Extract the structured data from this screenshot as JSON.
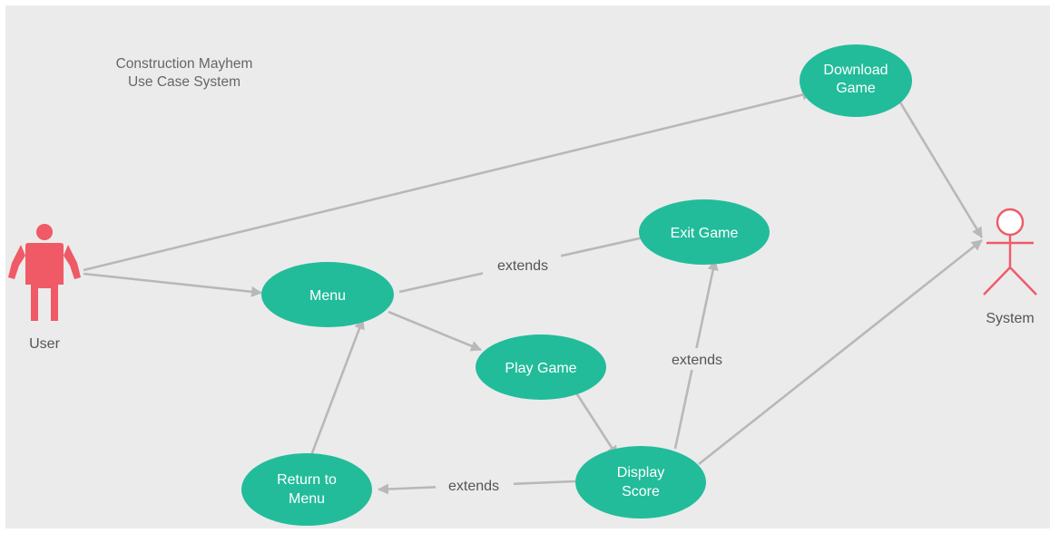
{
  "title": {
    "line1": "Construction Mayhem",
    "line2": "Use Case System"
  },
  "colors": {
    "background": "#ebebeb",
    "use_case_fill": "#22bc9b",
    "actor_fill": "#ef5a66",
    "actor_stroke": "#ef5a66",
    "edge": "#b8b8b8"
  },
  "actors": {
    "user": {
      "label": "User",
      "icon": "user-actor-icon"
    },
    "system": {
      "label": "System",
      "icon": "system-actor-icon"
    }
  },
  "use_cases": {
    "download_game": {
      "line1": "Download",
      "line2": "Game"
    },
    "exit_game": {
      "line1": "Exit Game"
    },
    "menu": {
      "line1": "Menu"
    },
    "play_game": {
      "line1": "Play Game"
    },
    "return_to_menu": {
      "line1": "Return to",
      "line2": "Menu"
    },
    "display_score": {
      "line1": "Display",
      "line2": "Score"
    }
  },
  "relation_labels": {
    "menu_exit": "extends",
    "score_exit": "extends",
    "score_return": "extends"
  }
}
